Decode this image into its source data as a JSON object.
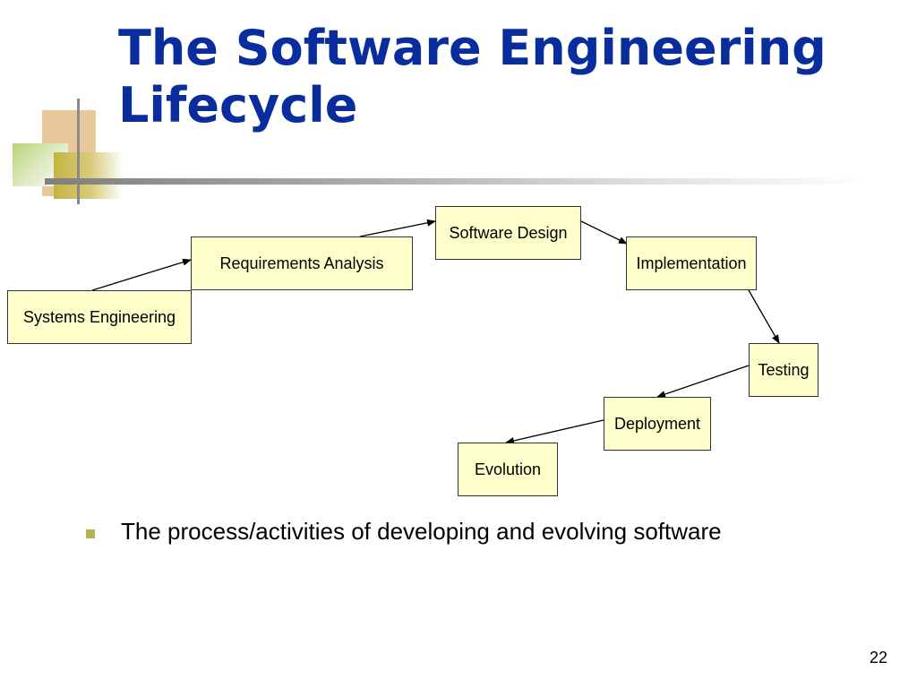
{
  "slide": {
    "title_line1": "The Software Engineering",
    "title_line2": "Lifecycle",
    "bullets": [
      "The process/activities of developing and evolving software"
    ],
    "page_number": "22"
  },
  "diagram": {
    "stages": [
      "Systems Engineering",
      "Requirements Analysis",
      "Software Design",
      "Implementation",
      "Testing",
      "Deployment",
      "Evolution"
    ]
  },
  "colors": {
    "title": "#0a2d9e",
    "box_fill": "#ffffcc",
    "bullet": "#b7b44d"
  }
}
